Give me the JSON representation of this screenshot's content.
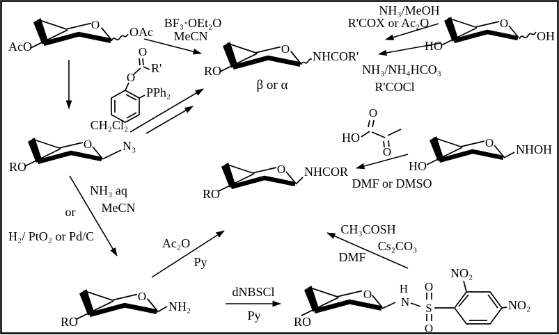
{
  "colors": {
    "background": "#ffffff",
    "ink": "#000000"
  },
  "common": {
    "ring_oxygen": "O"
  },
  "structures": {
    "tetraacetate": {
      "left": "AcO",
      "anomeric": "OAc"
    },
    "hemiacetal": {
      "left": "HO",
      "anomeric": "OH"
    },
    "amide_top": {
      "left": "RO",
      "anomeric": "NHCOR'",
      "stereo": "β or α"
    },
    "azide": {
      "left": "RO",
      "anomeric": "N₃"
    },
    "amide_mid": {
      "left": "RO",
      "anomeric": "NHCOR"
    },
    "hydroxylamine": {
      "left": "HO",
      "anomeric": "NHOH"
    },
    "amine": {
      "left": "RO",
      "anomeric": "NH₂"
    },
    "sulfonamide": {
      "left": "RO",
      "nh_h": "H",
      "nh_n": "N",
      "s": "S",
      "o_top": "O",
      "o_bottom": "O",
      "no2_ortho": "NO₂",
      "no2_para": "NO₂"
    },
    "phosphinophenyl_ester": {
      "carbonyl_o": "O",
      "ester_o": "O",
      "r": "R'",
      "pph2": "PPh₂"
    },
    "pyruvic_acid": {
      "ho": "HO",
      "o_top": "O",
      "o_bottom": "O"
    }
  },
  "reagents": {
    "bf3": {
      "l1": "BF₃·OEt₂O",
      "l2": "MeCN"
    },
    "ammonolysis_top": {
      "l1": "NH₃/MeOH",
      "l2": "R'COX or Ac₂O"
    },
    "ammonolysis_bottom": {
      "l1": "NH₃/NH₄HCO₃",
      "l2": "R'COCl"
    },
    "staudinger": {
      "solvent": "CH₂Cl₂"
    },
    "azide_reduction": {
      "l1": "NH₃ aq",
      "l2": "MeCN",
      "or": "or",
      "l3": "H₂/ PtO₂ or Pd/C"
    },
    "pyruvate_amidation": {
      "solvent": "DMF or DMSO"
    },
    "acetylation": {
      "l1": "Ac₂O",
      "l2": "Py"
    },
    "sulfonylation": {
      "l1": "dNBSCl",
      "l2": "Py"
    },
    "thioacid": {
      "l1": "CH₃COSH",
      "l2": "Cs₂CO₃",
      "l3": "DMF"
    }
  }
}
